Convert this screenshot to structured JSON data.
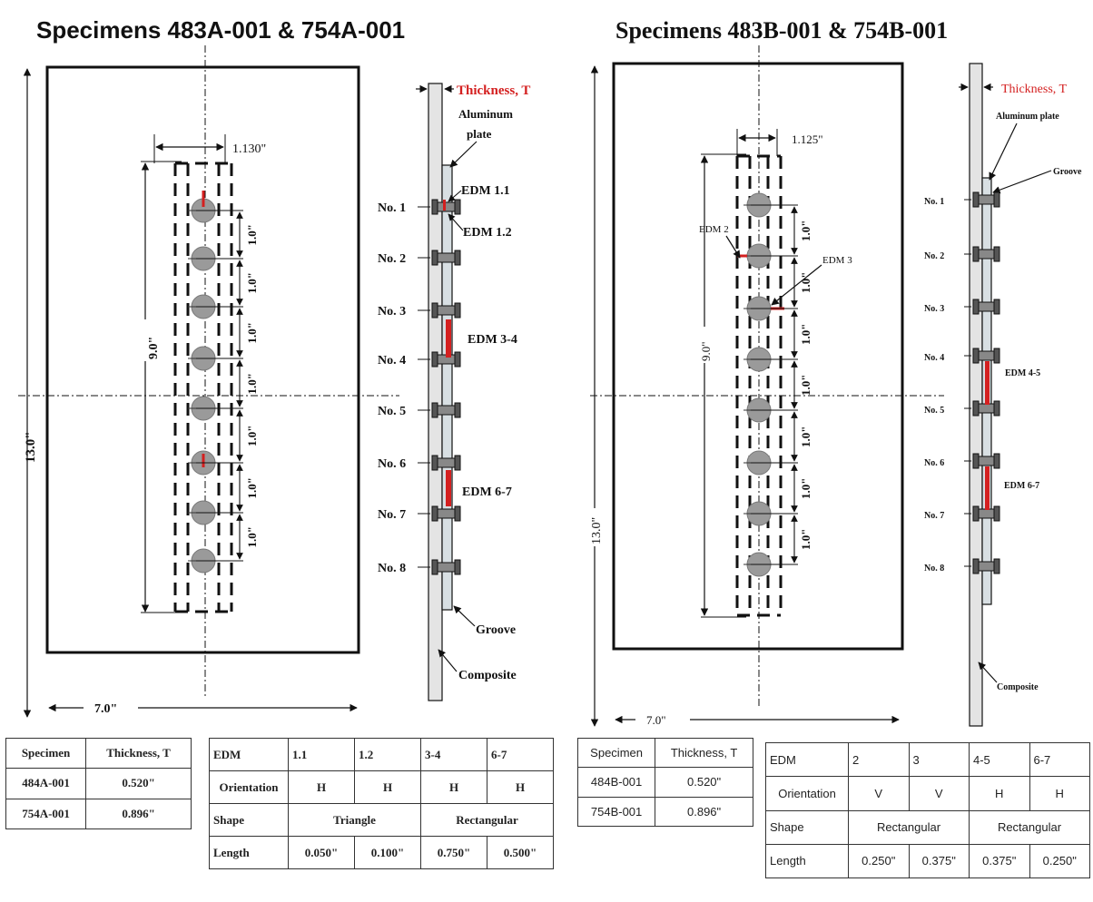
{
  "left_panel": {
    "title": "Specimens 483A-001 & 754A-001",
    "height_dim": "13.0\"",
    "width_dim": "7.0\"",
    "hole_spacing_dim": "1.130\"",
    "array_length_dim": "9.0\"",
    "pitch_labels": [
      "1.0\"",
      "1.0\"",
      "1.0\"",
      "1.0\"",
      "1.0\"",
      "1.0\"",
      "1.0\""
    ],
    "side_view": {
      "thickness_label": "Thickness, T",
      "aluminum_label": "Aluminum plate",
      "groove_label": "Groove",
      "composite_label": "Composite",
      "fastener_labels": [
        "No. 1",
        "No. 2",
        "No. 3",
        "No. 4",
        "No. 5",
        "No. 6",
        "No. 7",
        "No. 8"
      ],
      "edm_labels": [
        "EDM 1.1",
        "EDM 1.2",
        "EDM 3-4",
        "EDM 6-7"
      ]
    },
    "thickness_table": {
      "headers": [
        "Specimen",
        "Thickness, T"
      ],
      "rows": [
        [
          "484A-001",
          "0.520\""
        ],
        [
          "754A-001",
          "0.896\""
        ]
      ]
    },
    "edm_table": {
      "edm_row": [
        "EDM",
        "1.1",
        "1.2",
        "3-4",
        "6-7"
      ],
      "orientation_row": [
        "Orientation",
        "H",
        "H",
        "H",
        "H"
      ],
      "shape_label": "Shape",
      "shape_values": [
        "Triangle",
        "Rectangular"
      ],
      "length_row": [
        "Length",
        "0.050\"",
        "0.100\"",
        "0.750\"",
        "0.500\""
      ]
    }
  },
  "right_panel": {
    "title": "Specimens 483B-001 & 754B-001",
    "height_dim": "13.0\"",
    "width_dim": "7.0\"",
    "hole_spacing_dim": "1.125\"",
    "array_length_dim": "9.0\"",
    "pitch_labels": [
      "1.0\"",
      "1.0\"",
      "1.0\"",
      "1.0\"",
      "1.0\"",
      "1.0\"",
      "1.0\""
    ],
    "edm_callouts": [
      "EDM 2",
      "EDM 3"
    ],
    "side_view": {
      "thickness_label": "Thickness, T",
      "aluminum_label": "Aluminum plate",
      "groove_label": "Groove",
      "composite_label": "Composite",
      "fastener_labels": [
        "No. 1",
        "No. 2",
        "No. 3",
        "No. 4",
        "No. 5",
        "No. 6",
        "No. 7",
        "No. 8"
      ],
      "edm_labels": [
        "EDM 4-5",
        "EDM 6-7"
      ]
    },
    "thickness_table": {
      "headers": [
        "Specimen",
        "Thickness, T"
      ],
      "rows": [
        [
          "484B-001",
          "0.520\""
        ],
        [
          "754B-001",
          "0.896\""
        ]
      ]
    },
    "edm_table": {
      "edm_row": [
        "EDM",
        "2",
        "3",
        "4-5",
        "6-7"
      ],
      "orientation_row": [
        "Orientation",
        "V",
        "V",
        "H",
        "H"
      ],
      "shape_label": "Shape",
      "shape_values": [
        "Rectangular",
        "Rectangular"
      ],
      "length_row": [
        "Length",
        "0.250\"",
        "0.375\"",
        "0.375\"",
        "0.250\""
      ]
    }
  },
  "colors": {
    "edm_red": "#d42020",
    "hole_gray": "#9a9a9a",
    "line": "#111111"
  }
}
